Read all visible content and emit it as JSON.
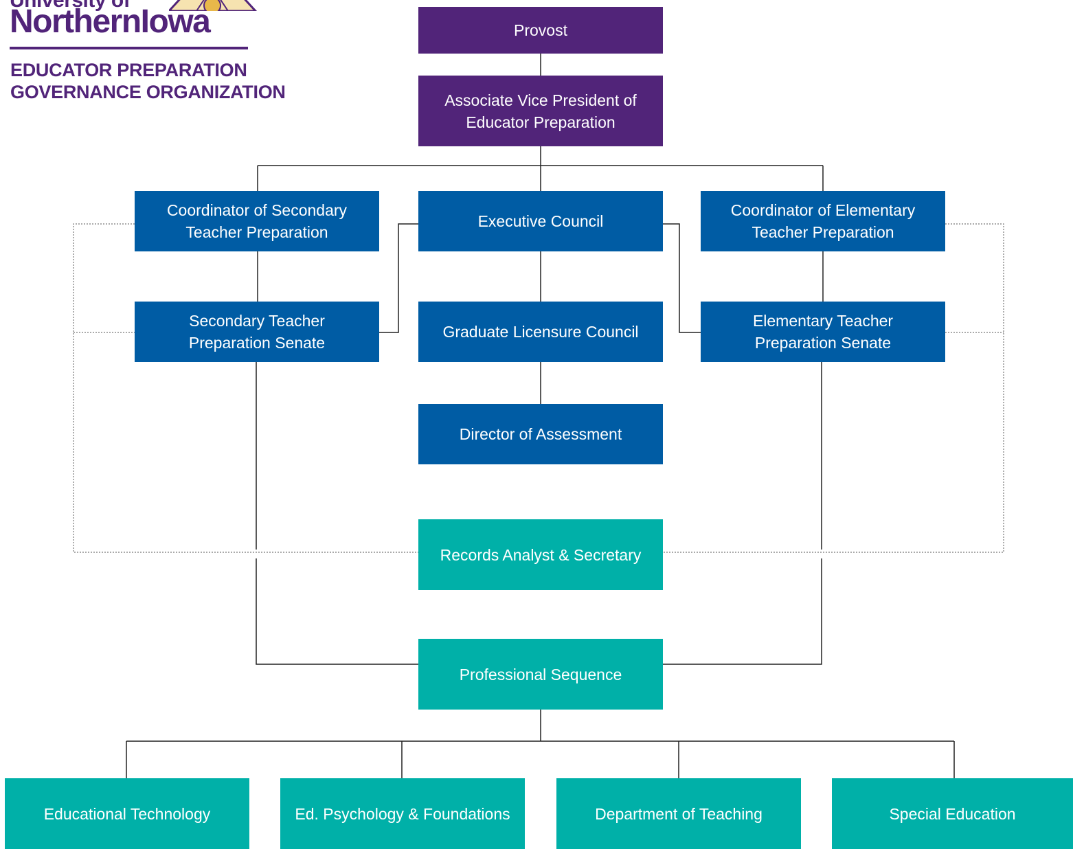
{
  "logo": {
    "line1": "University of",
    "line2": "NorthernIowa"
  },
  "title": {
    "line1": "EDUCATOR PREPARATION",
    "line2": "GOVERNANCE ORGANIZATION"
  },
  "colors": {
    "purple": "#512479",
    "blue": "#005ca4",
    "teal": "#00b0a8",
    "line": "#222222",
    "dotted_line": "#777777"
  },
  "nodes": {
    "provost": "Provost",
    "avp": "Associate Vice President of\nEducator Preparation",
    "coord_secondary": "Coordinator of Secondary\nTeacher Preparation",
    "exec_council": "Executive Council",
    "coord_elementary": "Coordinator of Elementary\nTeacher Preparation",
    "senate_secondary": "Secondary Teacher\nPreparation Senate",
    "grad_council": "Graduate Licensure Council",
    "senate_elementary": "Elementary Teacher\nPreparation Senate",
    "director_assessment": "Director of Assessment",
    "records": "Records Analyst & Secretary",
    "prof_sequence": "Professional Sequence",
    "ed_tech": "Educational Technology",
    "ed_psych": "Ed. Psychology & Foundations",
    "dept_teaching": "Department of Teaching",
    "special_ed": "Special Education"
  }
}
